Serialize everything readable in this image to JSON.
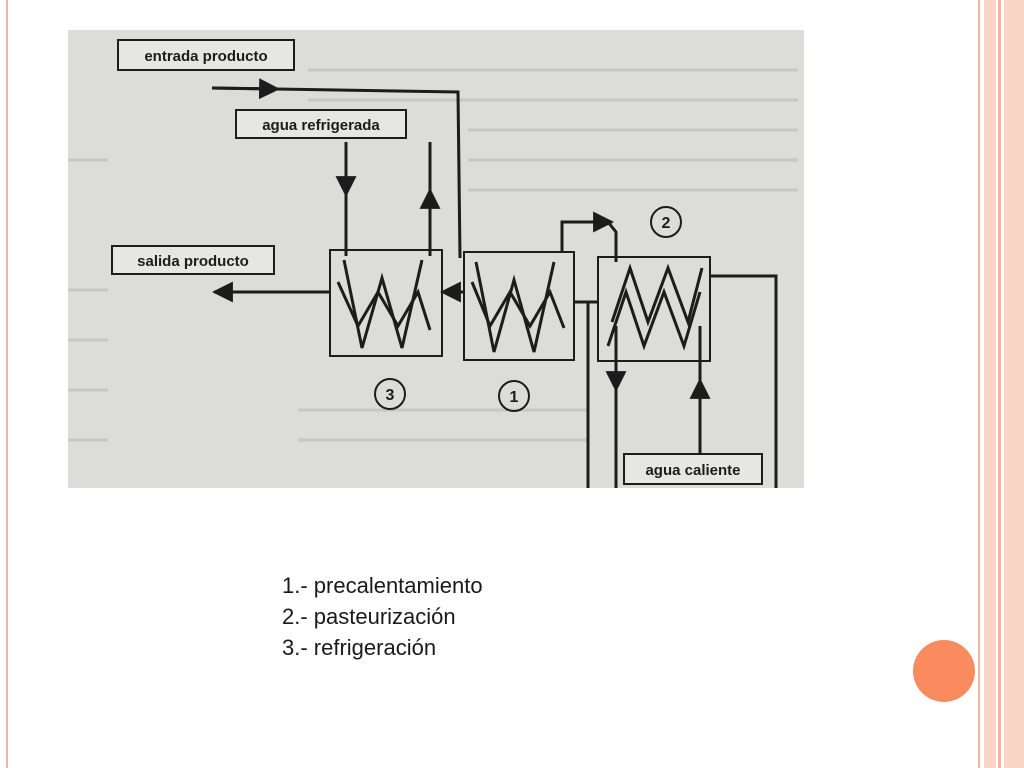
{
  "diagram": {
    "labels": {
      "entrada": "entrada producto",
      "agua_refrigerada": "agua refrigerada",
      "salida": "salida producto",
      "agua_caliente": "agua caliente"
    },
    "stages": [
      "3",
      "1",
      "2"
    ]
  },
  "legend": {
    "items": [
      "1.- precalentamiento",
      "2.- pasteurización",
      "3.- refrigeración"
    ]
  },
  "colors": {
    "accent": "#f98b5f",
    "border": "#f4b39d",
    "ink": "#1c1c1c",
    "paper": "#dcdcdb"
  }
}
